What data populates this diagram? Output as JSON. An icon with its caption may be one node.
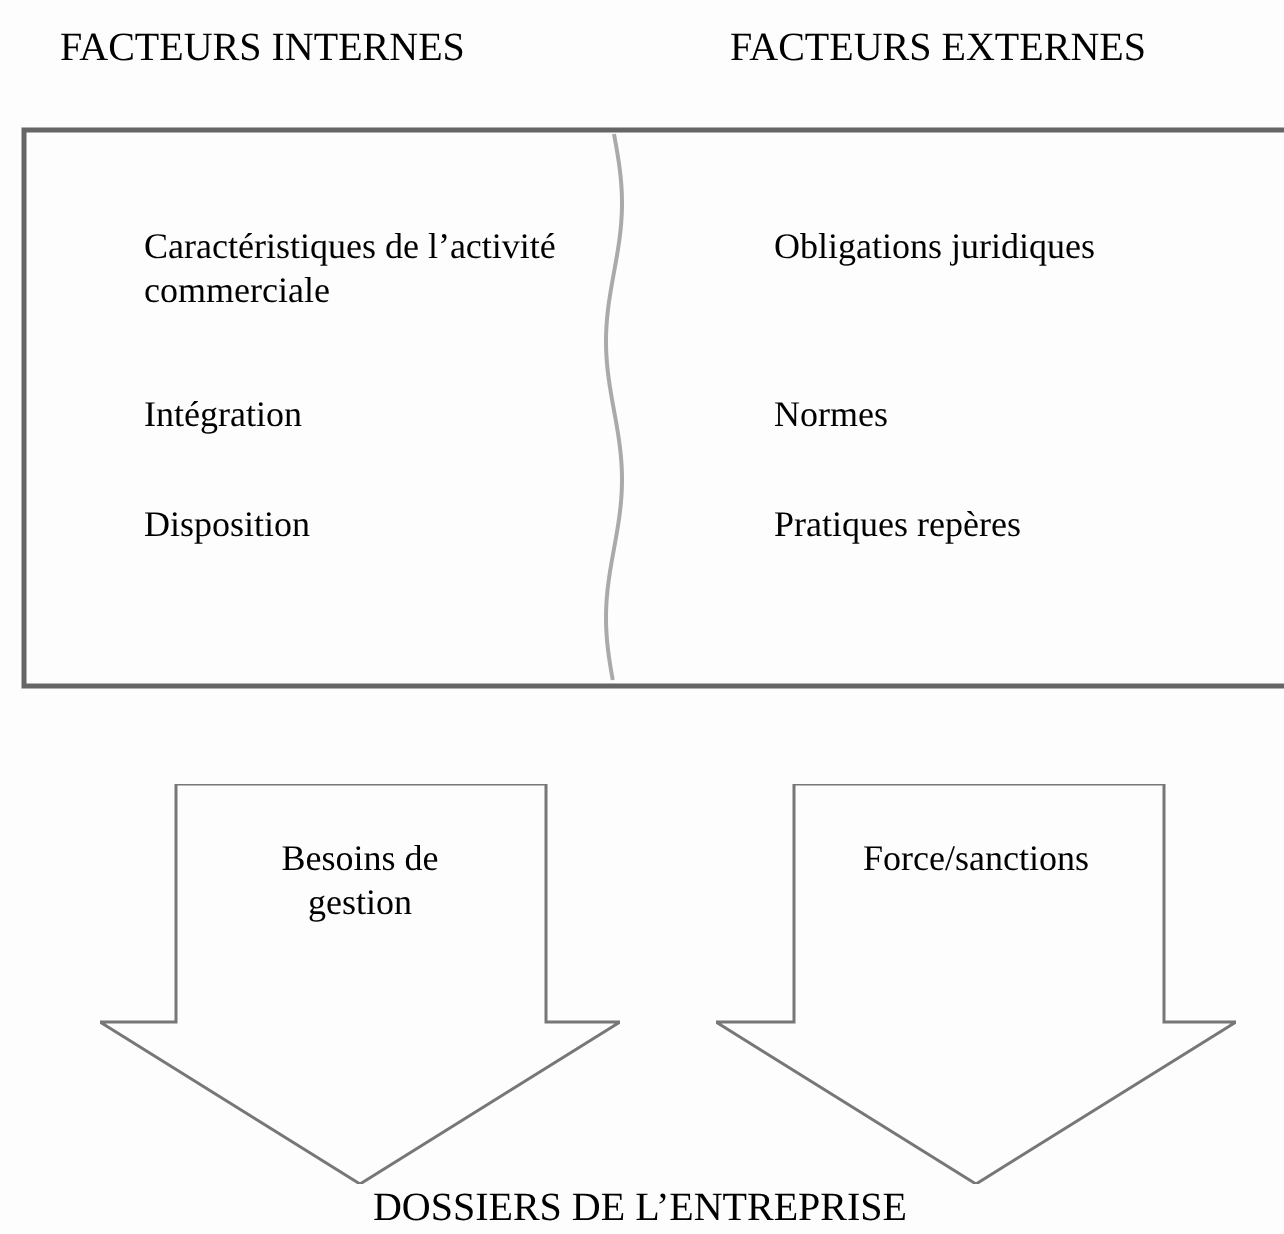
{
  "diagram": {
    "nodes": [
      {
        "text": [
          "FACTEURS INTERNES",
          "Caractéristiques de l’activité commerciale",
          "Intégration",
          "Disposition"
        ]
      },
      {
        "text": [
          "FACTEURS EXTERNES",
          "Obligations juridiques",
          "Normes",
          "Pratiques repères"
        ]
      },
      {
        "text": [
          "Besoins de gestion"
        ]
      },
      {
        "text": [
          "Force/sanctions"
        ]
      },
      {
        "text": [
          "DOSSIERS DE L’ENTREPRISE"
        ]
      }
    ]
  }
}
